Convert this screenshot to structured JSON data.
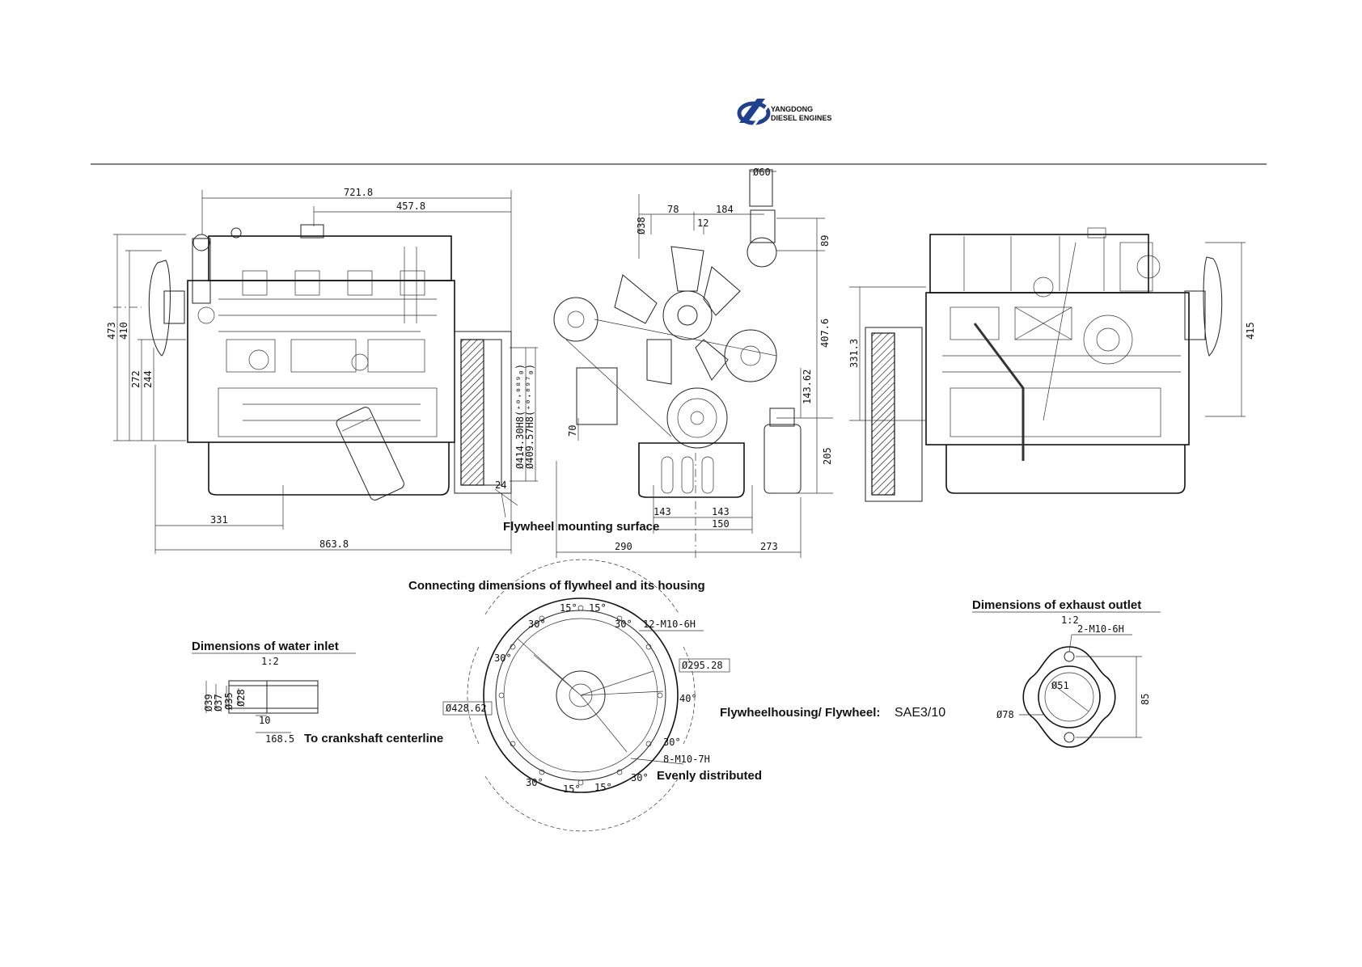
{
  "brand": {
    "line1": "YANGDONG",
    "line2": "DIESEL ENGINES",
    "logo_color": "#1f3f8f"
  },
  "side_view": {
    "dims": [
      "721.8",
      "457.8",
      "473",
      "410",
      "272",
      "244",
      "331",
      "863.8",
      "Ø414.30H8(⁺⁰·⁰⁸⁹₀)",
      "Ø409.57H8(⁺⁰·⁰⁹⁷₀)",
      "24"
    ]
  },
  "front_view": {
    "dims": [
      "Ø60",
      "Ø38",
      "78",
      "184",
      "12",
      "89",
      "407.6",
      "143.62",
      "70",
      "205",
      "143",
      "143",
      "150",
      "290",
      "273"
    ]
  },
  "rear_view": {
    "dims": [
      "331.3",
      "415"
    ]
  },
  "labels": {
    "flywheel_mounting": "Flywheel mounting surface",
    "flywheel_title": "Connecting dimensions of flywheel and its housing",
    "water_title": "Dimensions of water inlet",
    "exhaust_title": "Dimensions of exhaust outlet",
    "flywheel_spec_label": "Flywheelhousing/ Flywheel:",
    "flywheel_spec_value": "SAE3/10",
    "to_crankshaft": "To crankshaft centerline",
    "evenly": "Evenly distributed",
    "water_scale": "1:2",
    "exhaust_scale": "1:2"
  },
  "water_inlet": {
    "dims": [
      "Ø39",
      "Ø37",
      "Ø35",
      "Ø28",
      "10",
      "168.5"
    ]
  },
  "flywheel": {
    "angles": [
      "15°",
      "15°",
      "30°",
      "30°",
      "30°",
      "40°",
      "30°",
      "30°",
      "15°",
      "15°",
      "30°"
    ],
    "bolt_spec": "12-M10-6H",
    "dia_outer": "Ø428.62",
    "dia_pcd": "Ø295.28",
    "small_bolts": "8-M10-7H"
  },
  "exhaust": {
    "bolt_spec": "2-M10-6H",
    "dia": "Ø78",
    "height": "85",
    "inner": "Ø51"
  }
}
